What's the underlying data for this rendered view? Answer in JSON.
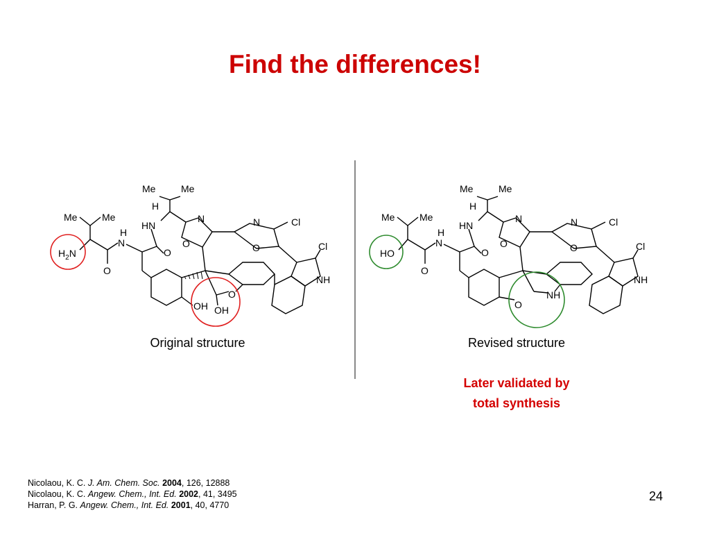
{
  "slide": {
    "title": "Find the differences!",
    "page_number": "24",
    "colors": {
      "title": "#cc0000",
      "highlight_red": "#e02020",
      "highlight_green": "#2e8b2e",
      "note": "#d40000"
    }
  },
  "left": {
    "caption": "Original structure",
    "labels": {
      "me1": "Me",
      "me2": "Me",
      "me3": "Me",
      "me4": "Me",
      "h_top": "H",
      "hn": "HN",
      "n_ox1": "N",
      "o_ox1": "O",
      "o_amide1": "O",
      "n_ox2": "N",
      "o_ox2": "O",
      "cl1": "Cl",
      "cl2": "Cl",
      "nh_indole": "NH",
      "h_amide": "H",
      "n_amide": "N",
      "o_amide2": "O",
      "nh2_h": "H",
      "nh2_n": "N",
      "nh2_sub": "2",
      "o_ring": "O",
      "oh1": "OH",
      "oh2": "OH"
    },
    "highlight_icon": "red-circle"
  },
  "right": {
    "caption": "Revised structure",
    "labels": {
      "me1": "Me",
      "me2": "Me",
      "me3": "Me",
      "me4": "Me",
      "h_top": "H",
      "hn": "HN",
      "n_ox1": "N",
      "o_ox1": "O",
      "o_amide1": "O",
      "n_ox2": "N",
      "o_ox2": "O",
      "cl1": "Cl",
      "cl2": "Cl",
      "nh_indole": "NH",
      "h_amide": "H",
      "n_amide": "N",
      "o_amide2": "O",
      "ho": "HO",
      "o_ring": "O",
      "nh_ring": "NH"
    },
    "highlight_icon": "green-circle"
  },
  "note": {
    "line1": "Later validated by",
    "line2": "total synthesis"
  },
  "references": [
    {
      "authors": "Nicolaou, K. C. ",
      "journal": "J. Am. Chem. Soc.",
      "year": "2004",
      "rest": ", 126, 12888"
    },
    {
      "authors": "Nicolaou, K. C. ",
      "journal": "Angew. Chem., Int. Ed.",
      "year": "2002",
      "rest": ", 41, 3495"
    },
    {
      "authors": "Harran, P. G. ",
      "journal": "Angew. Chem., Int. Ed.",
      "year": "2001",
      "rest": ", 40, 4770"
    }
  ]
}
